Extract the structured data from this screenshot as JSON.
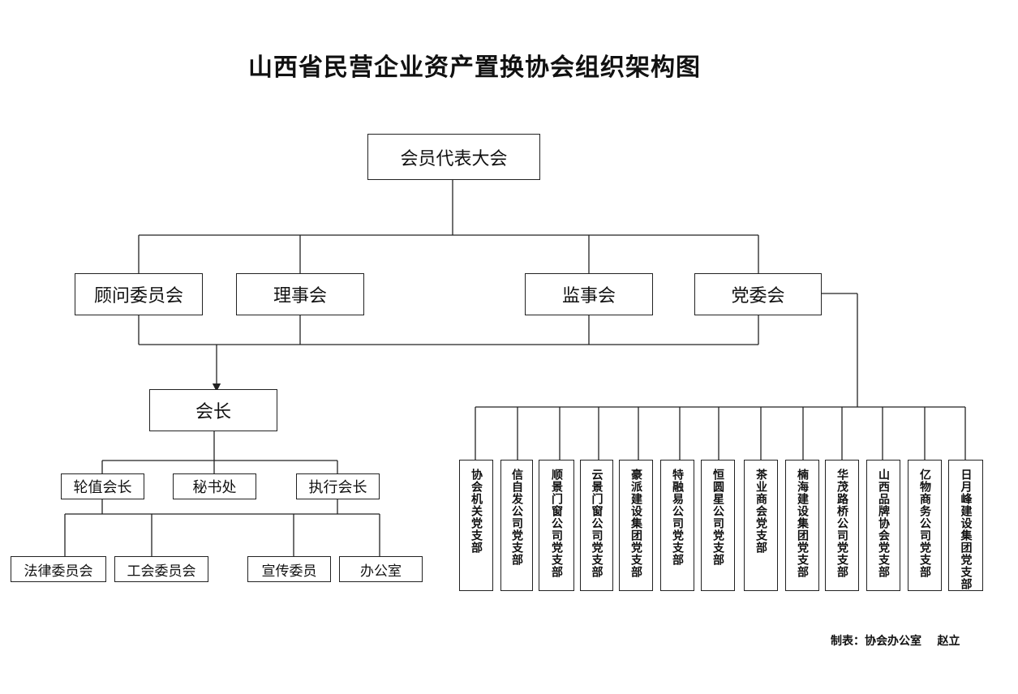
{
  "title": "山西省民营企业资产置换协会组织架构图",
  "level1": {
    "assembly": "会员代表大会"
  },
  "level2": {
    "advisory": "顾问委员会",
    "council": "理事会",
    "supervisory": "监事会",
    "party": "党委会"
  },
  "level3": {
    "president": "会长"
  },
  "level4": {
    "rotating": "轮值会长",
    "secretariat": "秘书处",
    "executive": "执行会长"
  },
  "level5": {
    "legal": "法律委员会",
    "union": "工会委员会",
    "publicity": "宣传委员",
    "office": "办公室"
  },
  "branches": [
    "协会机关党支部",
    "信自发公司党支部",
    "顺景门窗公司党支部",
    "云景门窗公司党支部",
    "豪派建设集团党支部",
    "特融易公司党支部",
    "恒圆星公司党支部",
    "茶业商会党支部",
    "楠海建设集团党支部",
    "华茂路桥公司党支部",
    "山西品牌协会党支部",
    "亿物商务公司党支部",
    "日月峰建设集团党支部"
  ],
  "footer": "制表：协会办公室    赵立"
}
